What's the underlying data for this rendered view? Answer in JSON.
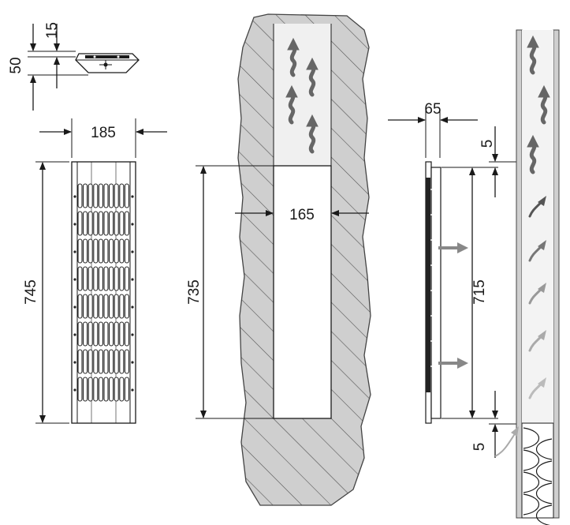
{
  "dimensions": {
    "top_offset": "15",
    "grille_height_top": "50",
    "grille_width": "185",
    "grille_length": "745",
    "opening_length": "735",
    "opening_width": "165",
    "frame_depth": "65",
    "gap_top": "5",
    "airflow_length": "715",
    "gap_bottom": "5"
  },
  "colors": {
    "wall_fill": "#cfcfcf",
    "opening_fill": "#f0f0f0",
    "arrow_dark": "#666666",
    "arrow_light": "#bbbbbb",
    "grille_dark": "#222222"
  },
  "icons": {
    "airflow_arrow": "wavy-up-arrow-icon",
    "direction_arrow": "right-arrow-icon",
    "insulation": "insulation-pattern-icon"
  }
}
